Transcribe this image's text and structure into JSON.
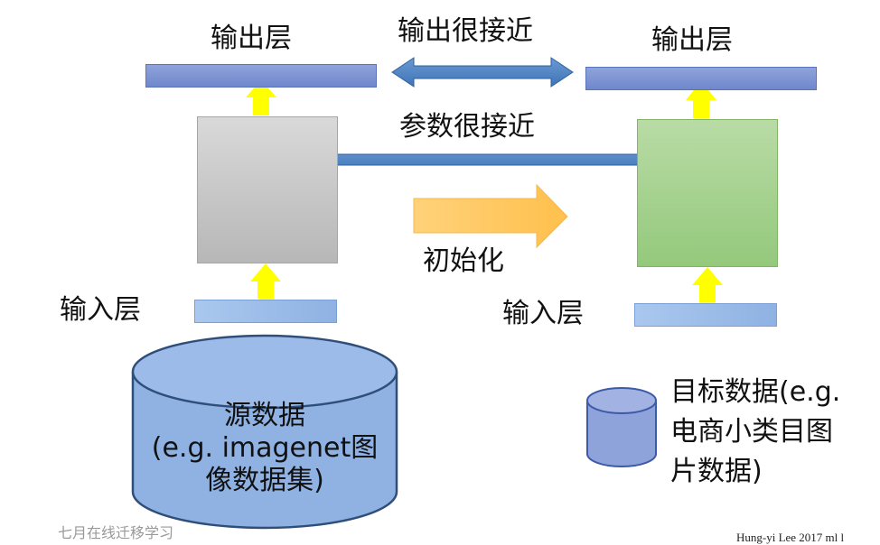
{
  "source_model": {
    "output_label": "输出层",
    "input_label": "输入层"
  },
  "target_model": {
    "output_label": "输出层",
    "input_label": "输入层"
  },
  "relations": {
    "output_similar": "输出很接近",
    "params_similar": "参数很接近",
    "init": "初始化"
  },
  "source_data": {
    "line1": "源数据",
    "line2": "(e.g. imagenet图",
    "line3": "像数据集)"
  },
  "target_data": {
    "line1": "目标数据(e.g.",
    "line2": "电商小类目图",
    "line3": "片数据)"
  },
  "footer": {
    "left": "七月在线迁移学习",
    "right": "Hung-yi Lee 2017 ml l"
  },
  "colors": {
    "double_arrow": "#4f86c6",
    "up_arrow": "#ffff00",
    "init_arrow": "#ffc04d",
    "cylinder": "#8fb2e3"
  }
}
